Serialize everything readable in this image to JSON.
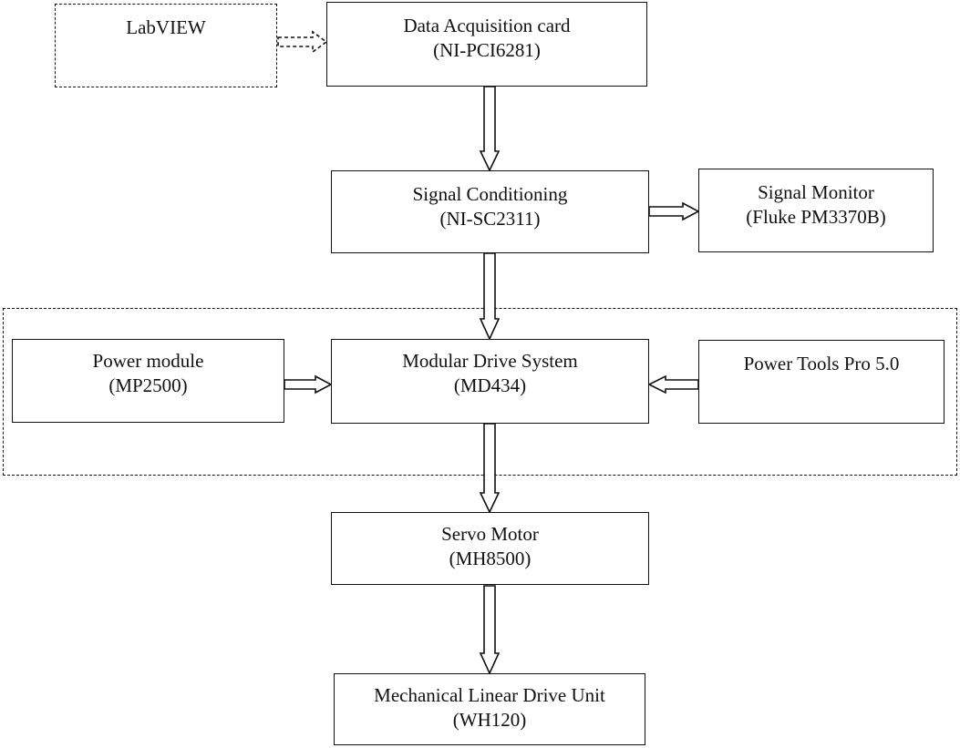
{
  "diagram": {
    "nodes": {
      "labview": {
        "line1": "LabVIEW",
        "line2": ""
      },
      "daq": {
        "line1": "Data Acquisition card",
        "line2": "(NI-PCI6281)"
      },
      "signal_conditioning": {
        "line1": "Signal Conditioning",
        "line2": "(NI-SC2311)"
      },
      "signal_monitor": {
        "line1": "Signal Monitor",
        "line2": "(Fluke PM3370B)"
      },
      "power_module": {
        "line1": "Power module",
        "line2": "(MP2500)"
      },
      "modular_drive": {
        "line1": "Modular Drive System",
        "line2": "(MD434)"
      },
      "power_tools": {
        "line1": "Power Tools Pro 5.0",
        "line2": ""
      },
      "servo_motor": {
        "line1": "Servo Motor",
        "line2": "(MH8500)"
      },
      "linear_drive": {
        "line1": "Mechanical Linear Drive Unit",
        "line2": "(WH120)"
      }
    },
    "edges": [
      {
        "from": "labview",
        "to": "daq",
        "style": "dashed"
      },
      {
        "from": "daq",
        "to": "signal_conditioning",
        "style": "solid"
      },
      {
        "from": "signal_conditioning",
        "to": "signal_monitor",
        "style": "solid"
      },
      {
        "from": "signal_conditioning",
        "to": "modular_drive",
        "style": "solid"
      },
      {
        "from": "power_module",
        "to": "modular_drive",
        "style": "solid"
      },
      {
        "from": "power_tools",
        "to": "modular_drive",
        "style": "solid"
      },
      {
        "from": "modular_drive",
        "to": "servo_motor",
        "style": "solid"
      },
      {
        "from": "servo_motor",
        "to": "linear_drive",
        "style": "solid"
      }
    ],
    "groups": [
      {
        "members": [
          "power_module",
          "modular_drive",
          "power_tools"
        ],
        "style": "dashed"
      }
    ]
  }
}
